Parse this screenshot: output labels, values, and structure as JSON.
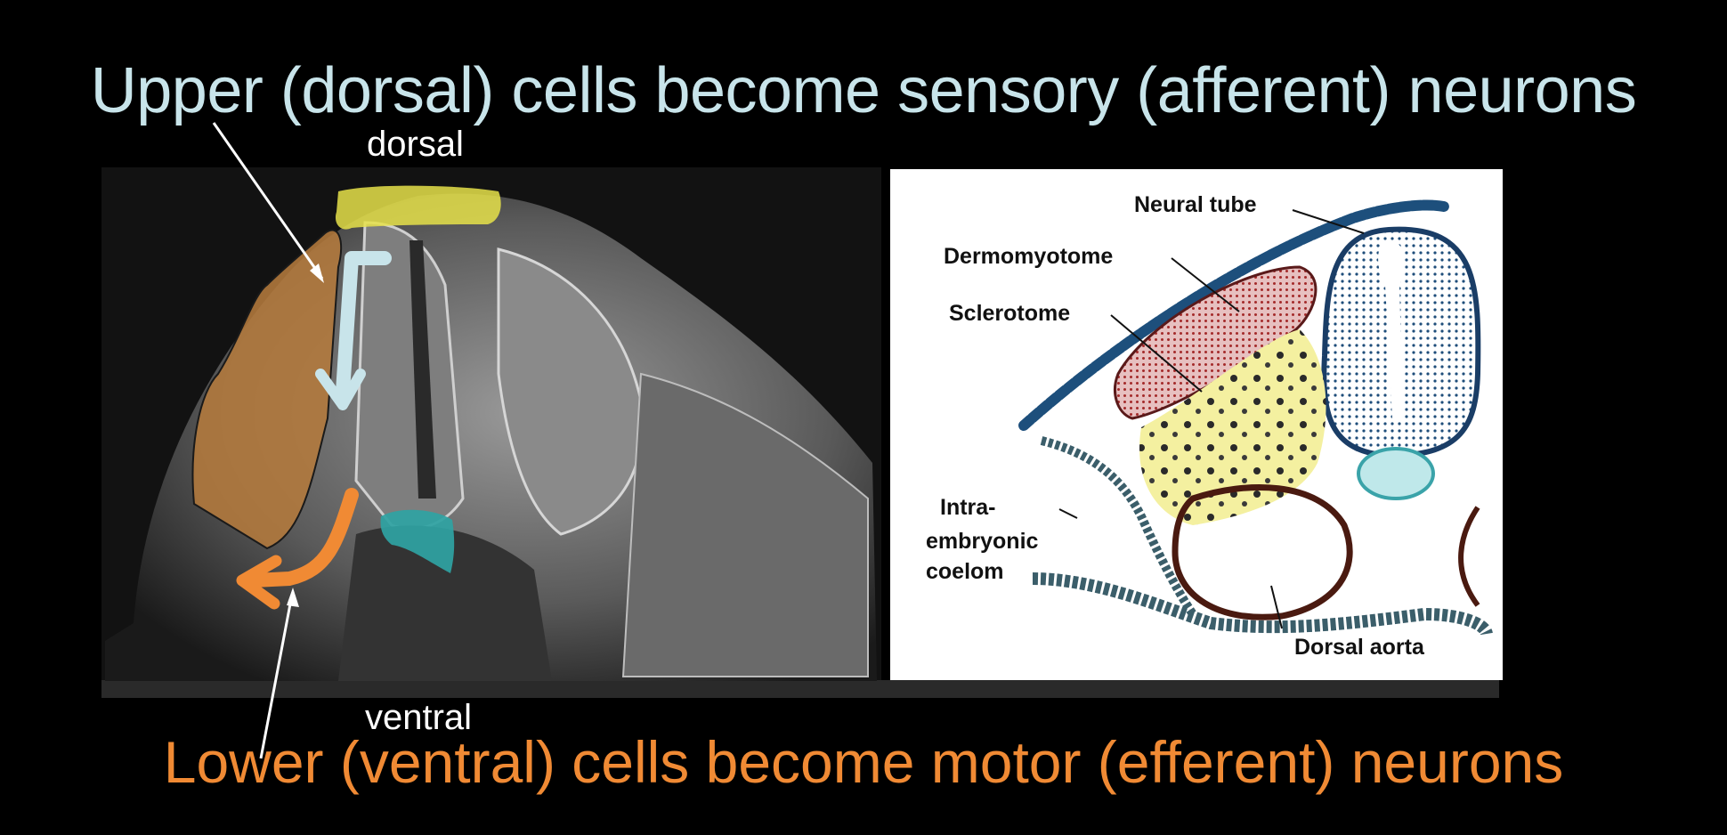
{
  "title_top": "Upper (dorsal) cells become sensory (afferent) neurons",
  "title_bottom": "Lower (ventral) cells become motor (efferent) neurons",
  "axis_labels": {
    "dorsal": "dorsal",
    "ventral": "ventral"
  },
  "colors": {
    "background": "#000000",
    "sensory_text": "#c8e4ea",
    "motor_text": "#f08a34",
    "dorsal_highlight": "#e6e24a",
    "neural_crest_region": "#b47a3c",
    "ventral_region": "#2fa3a3"
  },
  "schematic": {
    "labels": {
      "neural_tube": "Neural tube",
      "dermomyotome": "Dermomyotome",
      "sclerotome": "Sclerotome",
      "intra_line1": "Intra-",
      "intra_line2": "embryonic",
      "intra_line3": "coelom",
      "dorsal_aorta": "Dorsal aorta"
    }
  }
}
